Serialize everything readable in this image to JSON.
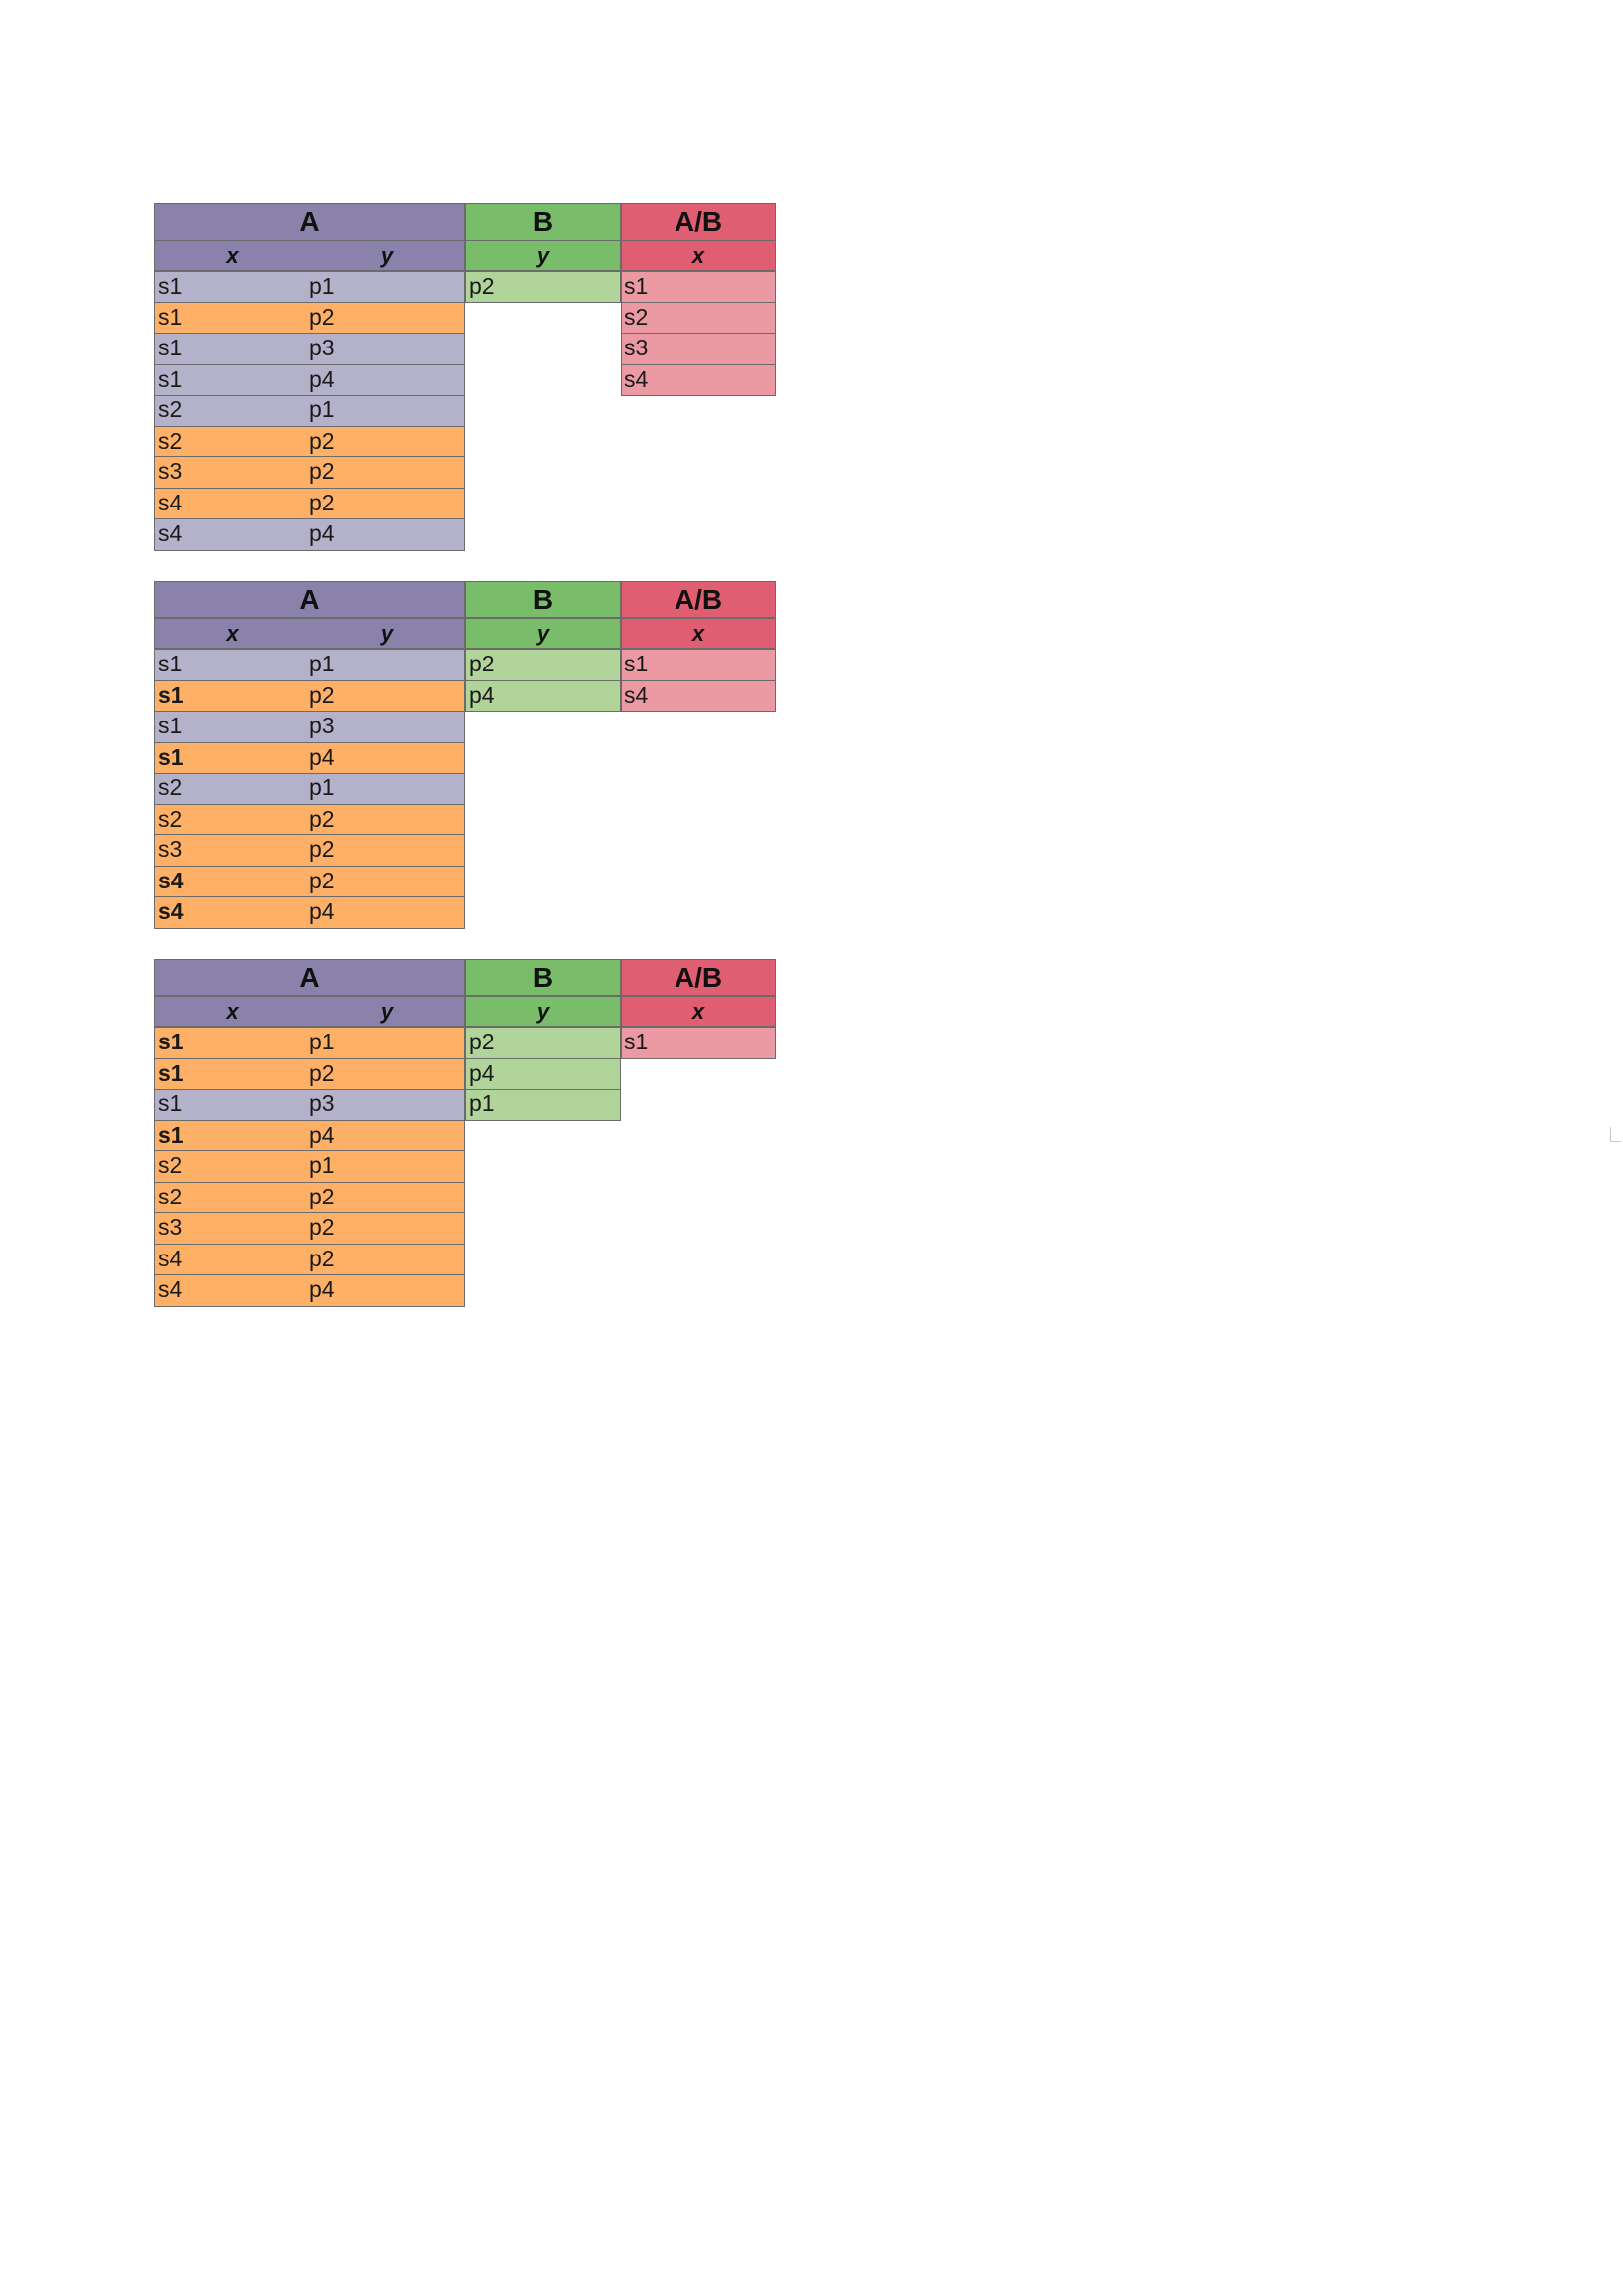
{
  "headers": {
    "a": "A",
    "b": "B",
    "ab": "A/B",
    "x": "x",
    "y": "y"
  },
  "colors": {
    "a_header": "#8b82ab",
    "b_header": "#79bd6a",
    "ab_header": "#e05e72",
    "a_unmatched": "#b4b1cb",
    "a_matched": "#ffb067",
    "b_body": "#b0d499",
    "ab_body": "#eb9aa3"
  },
  "tables": [
    {
      "a_rows": [
        {
          "x": "s1",
          "y": "p1",
          "highlight": false,
          "bold": false
        },
        {
          "x": "s1",
          "y": "p2",
          "highlight": true,
          "bold": false
        },
        {
          "x": "s1",
          "y": "p3",
          "highlight": false,
          "bold": false
        },
        {
          "x": "s1",
          "y": "p4",
          "highlight": false,
          "bold": false
        },
        {
          "x": "s2",
          "y": "p1",
          "highlight": false,
          "bold": false
        },
        {
          "x": "s2",
          "y": "p2",
          "highlight": true,
          "bold": false
        },
        {
          "x": "s3",
          "y": "p2",
          "highlight": true,
          "bold": false
        },
        {
          "x": "s4",
          "y": "p2",
          "highlight": true,
          "bold": false
        },
        {
          "x": "s4",
          "y": "p4",
          "highlight": false,
          "bold": false
        }
      ],
      "b_rows": [
        "p2"
      ],
      "ab_rows": [
        "s1",
        "s2",
        "s3",
        "s4"
      ]
    },
    {
      "a_rows": [
        {
          "x": "s1",
          "y": "p1",
          "highlight": false,
          "bold": false
        },
        {
          "x": "s1",
          "y": "p2",
          "highlight": true,
          "bold": true
        },
        {
          "x": "s1",
          "y": "p3",
          "highlight": false,
          "bold": false
        },
        {
          "x": "s1",
          "y": "p4",
          "highlight": true,
          "bold": true
        },
        {
          "x": "s2",
          "y": "p1",
          "highlight": false,
          "bold": false
        },
        {
          "x": "s2",
          "y": "p2",
          "highlight": true,
          "bold": false
        },
        {
          "x": "s3",
          "y": "p2",
          "highlight": true,
          "bold": false
        },
        {
          "x": "s4",
          "y": "p2",
          "highlight": true,
          "bold": true
        },
        {
          "x": "s4",
          "y": "p4",
          "highlight": true,
          "bold": true
        }
      ],
      "b_rows": [
        "p2",
        "p4"
      ],
      "ab_rows": [
        "s1",
        "s4"
      ]
    },
    {
      "a_rows": [
        {
          "x": "s1",
          "y": "p1",
          "highlight": true,
          "bold": true
        },
        {
          "x": "s1",
          "y": "p2",
          "highlight": true,
          "bold": true
        },
        {
          "x": "s1",
          "y": "p3",
          "highlight": false,
          "bold": false
        },
        {
          "x": "s1",
          "y": "p4",
          "highlight": true,
          "bold": true
        },
        {
          "x": "s2",
          "y": "p1",
          "highlight": true,
          "bold": false
        },
        {
          "x": "s2",
          "y": "p2",
          "highlight": true,
          "bold": false
        },
        {
          "x": "s3",
          "y": "p2",
          "highlight": true,
          "bold": false
        },
        {
          "x": "s4",
          "y": "p2",
          "highlight": true,
          "bold": false
        },
        {
          "x": "s4",
          "y": "p4",
          "highlight": true,
          "bold": false
        }
      ],
      "b_rows": [
        "p2",
        "p4",
        "p1"
      ],
      "ab_rows": [
        "s1"
      ]
    }
  ]
}
